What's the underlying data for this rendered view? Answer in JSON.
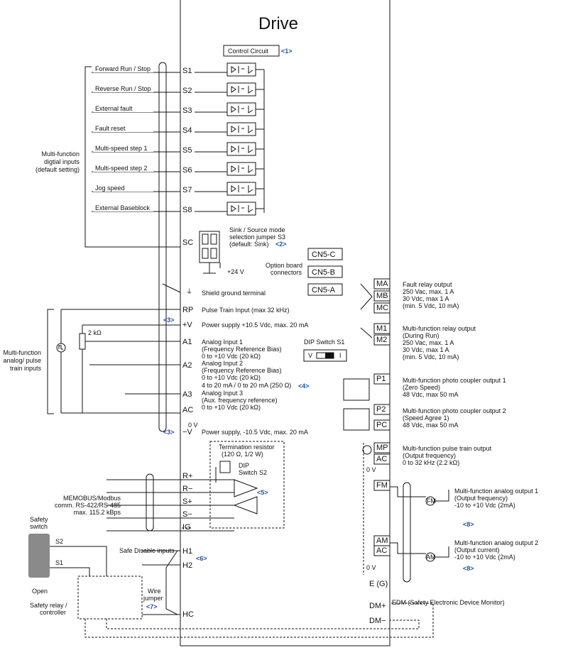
{
  "title": "Drive",
  "control_circuit": "Control Circuit",
  "control_circuit_ref": "<1>",
  "inputs": [
    {
      "label": "Forward Run / Stop",
      "terminal": "S1"
    },
    {
      "label": "Reverse Run / Stop",
      "terminal": "S2"
    },
    {
      "label": "External fault",
      "terminal": "S3"
    },
    {
      "label": "Fault reset",
      "terminal": "S4"
    },
    {
      "label": "Multi-speed step 1",
      "terminal": "S5"
    },
    {
      "label": "Multi-speed step 2",
      "terminal": "S6"
    },
    {
      "label": "Jog speed",
      "terminal": "S7"
    },
    {
      "label": "External Baseblock",
      "terminal": "S8"
    }
  ],
  "mfdi_group": [
    "Multi-function",
    "digtial inputs",
    "(default setting)"
  ],
  "sc_terminal": "SC",
  "sink_source": [
    "Sink / Source mode",
    "selection jumper S3",
    "(default: Sink)"
  ],
  "sink_source_ref": "<2>",
  "plus24": "+24 V",
  "option_board": [
    "Option board",
    "connectors"
  ],
  "cn5": [
    "CN5-C",
    "CN5-B",
    "CN5-A"
  ],
  "shield_ground": "Shield ground terminal",
  "rp": {
    "terminal": "RP",
    "label": "Pulse Train Input (max 32 kHz)"
  },
  "ref3": "<3>",
  "plusV": {
    "terminal": "+V",
    "label": "Power supply +10.5 Vdc, max. 20 mA"
  },
  "pot": "2 kΩ",
  "a1": {
    "terminal": "A1",
    "lines": [
      "Analog Input 1",
      "(Frequency Reference Bias)",
      "0 to +10 Vdc (20 kΩ)"
    ]
  },
  "a2": {
    "terminal": "A2",
    "lines": [
      "Analog Input 2",
      "(Frequency Reference Bias)",
      "0 to +10 Vdc  (20 kΩ)",
      "4 to 20 mA / 0 to 20 mA (250 Ω)"
    ]
  },
  "ref4": "<4>",
  "a3": {
    "terminal": "A3",
    "lines": [
      "Analog Input 3",
      "(Aux. frequency reference)",
      "0 to +10 Vdc (20 kΩ)"
    ]
  },
  "ac": "AC",
  "zero_v": "0 V",
  "minusV": {
    "terminal": "−V",
    "label": "Power supply, -10.5 Vdc, max. 20 mA"
  },
  "analog_group": [
    "Multi-function",
    "analog/ pulse",
    "train inputs"
  ],
  "dip_s1": "DIP Switch S1",
  "dip_v": "V",
  "dip_i": "I",
  "termination": [
    "Termination resistor",
    "(120 Ω, 1/2 W)"
  ],
  "dip_s2": [
    "DIP",
    "Switch S2"
  ],
  "comm_terminals": [
    "R+",
    "R−",
    "S+",
    "S−",
    "IG"
  ],
  "ref5": "<5>",
  "memobus": [
    "MEMOBUS/Modbus",
    "comm. RS-422/RS-485",
    "max. 115.2 kBps"
  ],
  "safety_switch": [
    "Safety",
    "switch"
  ],
  "s2": "S2",
  "s1": "S1",
  "open": "Open",
  "safety_relay": [
    "Safety relay /",
    "controller"
  ],
  "safe_disable": "Safe Disable inputs",
  "h1": "H1",
  "h2": "H2",
  "hc": "HC",
  "ref6": "<6>",
  "wire_jumper": [
    "Wire",
    "jumper"
  ],
  "ref7": "<7>",
  "fault_relay": {
    "terminals": [
      "MA",
      "MB",
      "MC"
    ],
    "lines": [
      "Fault relay output",
      "250 Vac, max. 1 A",
      "30 Vdc, max 1 A",
      "(min. 5 Vdc, 10 mA)"
    ]
  },
  "mf_relay": {
    "terminals": [
      "M1",
      "M2"
    ],
    "lines": [
      "Multi-function relay output",
      "(During Run)",
      "250 Vac, max. 1 A",
      "30 Vdc, max 1 A",
      "(min. 5 Vdc, 10 mA)"
    ]
  },
  "photo1": {
    "terminal": "P1",
    "lines": [
      "Multi-function photo coupler output 1",
      "(Zero Speed)",
      "48 Vdc, max 50 mA"
    ]
  },
  "photo2": {
    "terminals": [
      "P2",
      "PC"
    ],
    "lines": [
      "Multi-function photo coupler output 2",
      "(Speed Agree 1)",
      "48 Vdc, max 50 mA"
    ]
  },
  "pulse_out": {
    "terminals": [
      "MP",
      "AC"
    ],
    "lines": [
      "Multi-function pulse train output",
      "(Output frequency)",
      "0 to 32 kHz (2.2 kΩ)"
    ]
  },
  "fm": "FM",
  "am": "AM",
  "ac2": "AC",
  "ao1": [
    "Multi-function analog output 1",
    "(Output frequency)",
    "-10 to +10 Vdc (2mA)"
  ],
  "ao2": [
    "Multi-function analog output 2",
    "(Output current)",
    "-10 to +10 Vdc (2mA)"
  ],
  "ref8": "<8>",
  "fm_meter": "FM",
  "am_meter": "AM",
  "eg": "E (G)",
  "dm_plus": "DM+",
  "dm_minus": "DM−",
  "edm": "EDM (Safety Electronic Device Monitor)",
  "zero_v_out": "0 V"
}
